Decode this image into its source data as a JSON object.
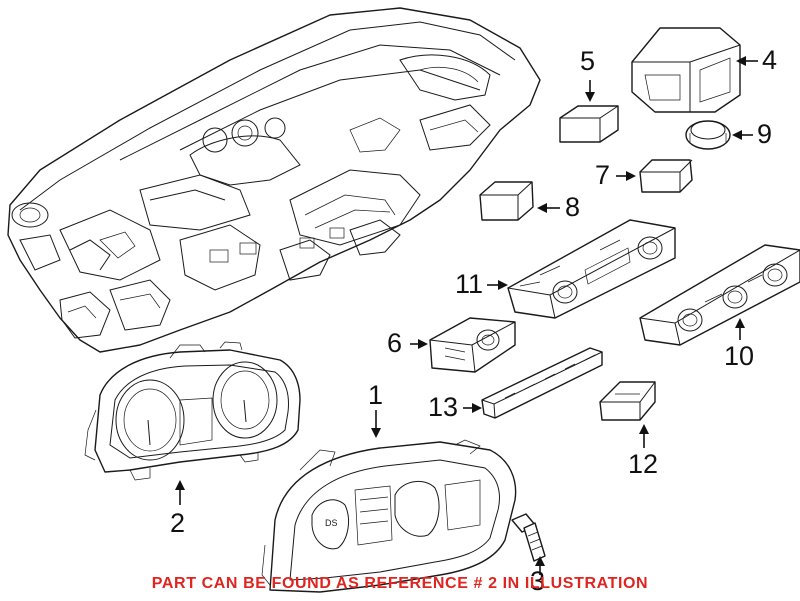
{
  "callouts": {
    "c1": "1",
    "c2": "2",
    "c3": "3",
    "c4": "4",
    "c5": "5",
    "c6": "6",
    "c7": "7",
    "c8": "8",
    "c9": "9",
    "c10": "10",
    "c11": "11",
    "c12": "12",
    "c13": "13"
  },
  "cluster_display_text": "DS",
  "footer_note": "PART CAN BE FOUND AS REFERENCE # 2 IN ILLUSTRATION",
  "colors": {
    "line": "#1a1a1a",
    "note": "#e0241f",
    "background": "#ffffff"
  }
}
